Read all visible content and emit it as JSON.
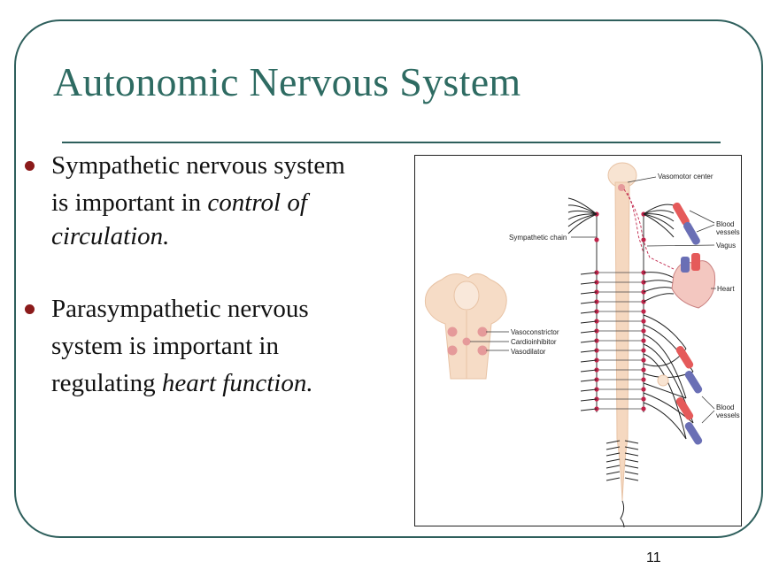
{
  "slide": {
    "title": "Autonomic Nervous System",
    "page_number": "11"
  },
  "bullets": [
    {
      "line1": "Sympathetic nervous system",
      "line2_plain": "is important in ",
      "line2_italic": "control of",
      "line3_italic": "circulation."
    },
    {
      "line1": "Parasympathetic nervous",
      "line2": "system is important in",
      "line3_plain": "regulating ",
      "line3_italic": "heart function."
    }
  ],
  "figure": {
    "labels": {
      "vasomotor_center": "Vasomotor center",
      "blood_vessels_top_1": "Blood",
      "blood_vessels_top_2": "vessels",
      "vagus": "Vagus",
      "sympathetic_chain": "Sympathetic chain",
      "heart": "Heart",
      "vasoconstrictor": "Vasoconstrictor",
      "cardioinhibitor": "Cardioinhibitor",
      "vasodilator": "Vasodilator",
      "blood_vessels_bottom_1": "Blood",
      "blood_vessels_bottom_2": "vessels"
    }
  },
  "colors": {
    "title": "#2e6b62",
    "frame": "#2e5f5c",
    "bullet": "#8b1a1a",
    "ganglion": "#c0244a",
    "spinal_cord": "#f5d8c0",
    "artery": "#e55a5a",
    "vein": "#6a6fb5"
  }
}
